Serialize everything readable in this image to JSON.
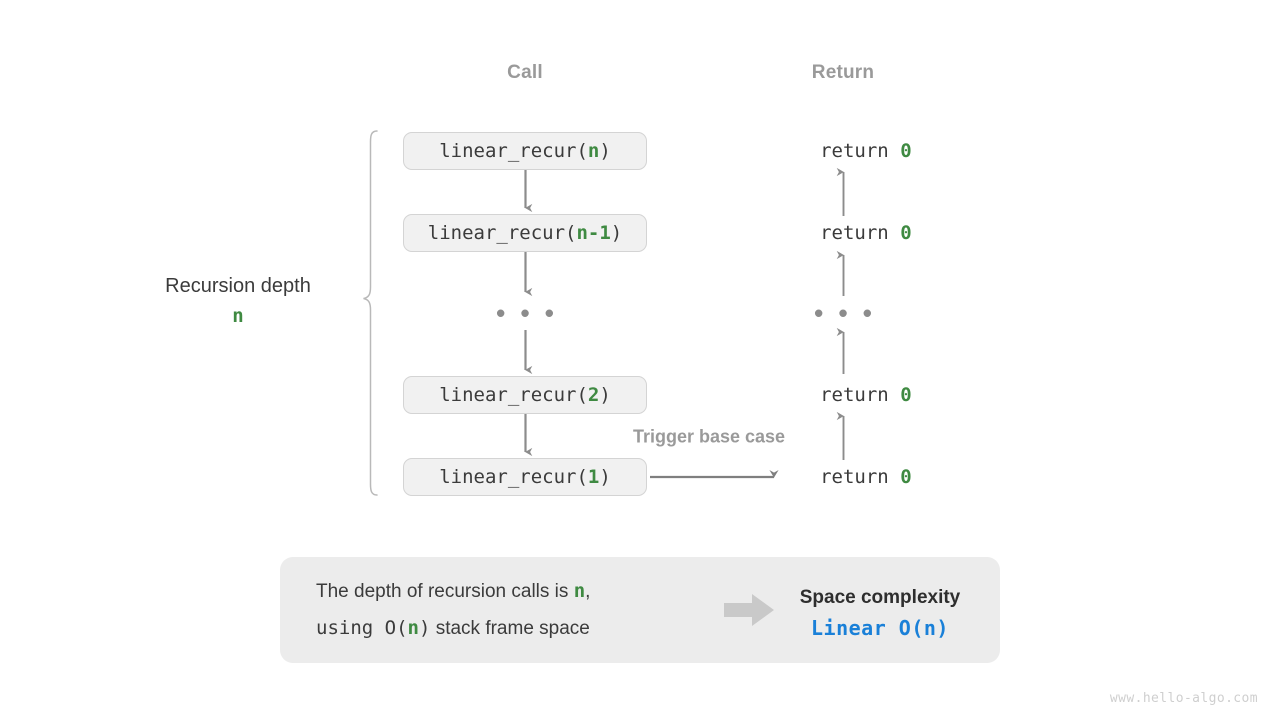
{
  "headers": {
    "call": "Call",
    "return": "Return"
  },
  "bracket": {
    "title": "Recursion depth",
    "value": "n"
  },
  "call_stack": [
    {
      "prefix": "linear_recur(",
      "arg": "n",
      "suffix": ")"
    },
    {
      "prefix": "linear_recur(",
      "arg": "n-1",
      "suffix": ")"
    },
    {
      "prefix": "linear_recur(",
      "arg": "2",
      "suffix": ")"
    },
    {
      "prefix": "linear_recur(",
      "arg": "1",
      "suffix": ")"
    }
  ],
  "returns": [
    {
      "keyword": "return ",
      "value": "0"
    },
    {
      "keyword": "return ",
      "value": "0"
    },
    {
      "keyword": "return ",
      "value": "0"
    },
    {
      "keyword": "return ",
      "value": "0"
    }
  ],
  "ellipsis": {
    "call": "• • •",
    "return": "• • •"
  },
  "annotation": {
    "trigger_base_case": "Trigger base case"
  },
  "summary": {
    "line1_a": "The depth of recursion calls is ",
    "line1_n": "n",
    "line1_b": ",",
    "line2_a": "using O(",
    "line2_n": "n",
    "line2_b": ") stack frame space",
    "result_title": "Space complexity",
    "result_value": "Linear  O(n)"
  },
  "watermark": "www.hello-algo.com",
  "colors": {
    "accent_green": "#3f8a42",
    "accent_blue": "#1a80d8",
    "muted_gray": "#9a9a9a",
    "arrow_gray": "#8c8c8c",
    "box_fill": "#f1f1f1",
    "box_border": "#d4d4d4",
    "panel_fill": "#ececec",
    "text_dark": "#3b3b3b"
  }
}
